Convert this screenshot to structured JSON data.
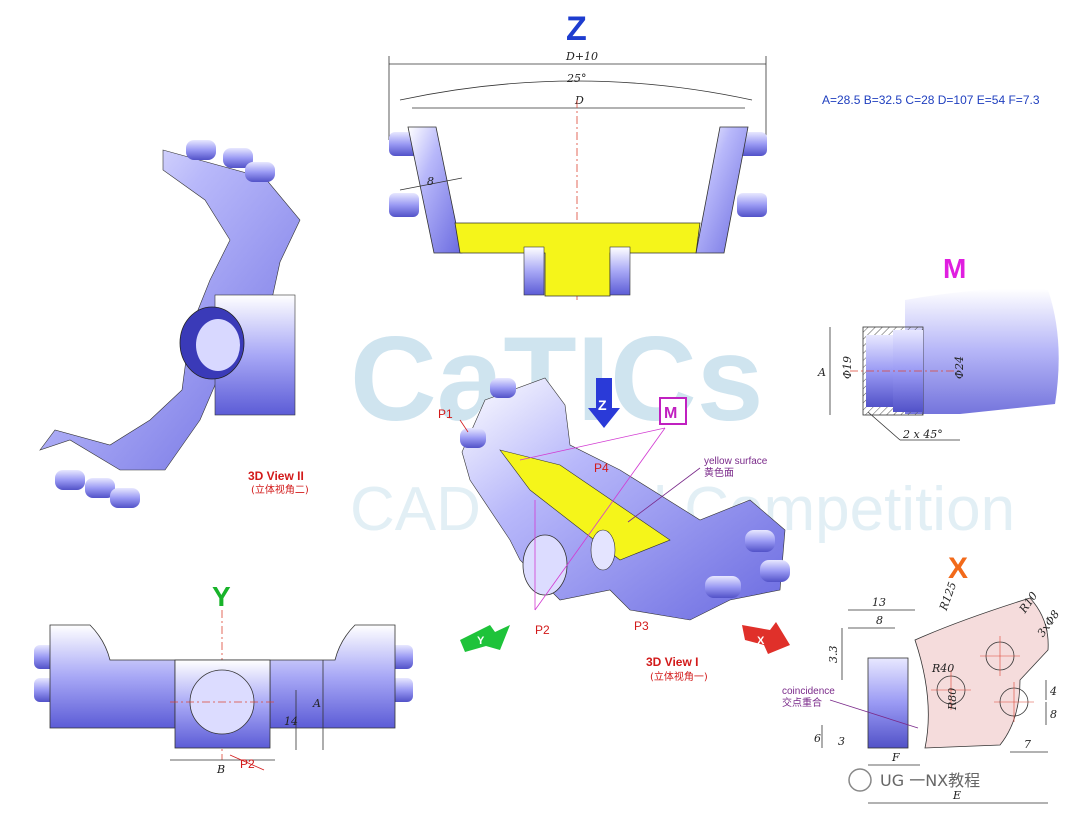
{
  "header": {
    "params": "A=28.5 B=32.5 C=28 D=107 E=54 F=7.3",
    "view_z": "Z",
    "view_m": "M",
    "view_y": "Y",
    "view_x": "X"
  },
  "watermark": {
    "big": "CaTICs",
    "sub": "CAD Model Competition"
  },
  "view_z": {
    "dim_top": "D+10",
    "dim_angle": "25°",
    "dim_d": "D",
    "dim_thick": "8"
  },
  "view_m": {
    "dim_a": "A",
    "dim_19": "Φ19",
    "dim_24": "Φ24",
    "chamfer": "2 x 45°"
  },
  "view_y": {
    "dim_b": "B",
    "dim_a": "A",
    "dim_14": "14",
    "p2": "P2"
  },
  "view_x": {
    "d13": "13",
    "d8": "8",
    "r125": "R125",
    "r10": "R10",
    "holes": "3xΦ8",
    "r40": "R40",
    "r80": "R80",
    "d33": "3.3",
    "d4": "4",
    "d8b": "8",
    "d6": "6",
    "d3": "3",
    "d7": "7",
    "f": "F",
    "e": "E",
    "coincidence": "coincidence",
    "coincidence_cn": "交点重合"
  },
  "view_3d1": {
    "label": "3D View I",
    "label_cn": "(立体视角一)",
    "p1": "P1",
    "p2": "P2",
    "p3": "P3",
    "p4": "P4",
    "yellow": "yellow surface",
    "yellow_cn": "黄色面",
    "axis_z": "Z",
    "axis_m": "M",
    "axis_y": "Y",
    "axis_x": "X"
  },
  "view_3d2": {
    "label": "3D View II",
    "label_cn": "(立体视角二)"
  },
  "footer": {
    "text": "UG 一NX教程"
  },
  "colors": {
    "part": "#8f8ff2",
    "yellow": "#f5f51a",
    "dim": "#222222",
    "red": "#d21a1a"
  }
}
